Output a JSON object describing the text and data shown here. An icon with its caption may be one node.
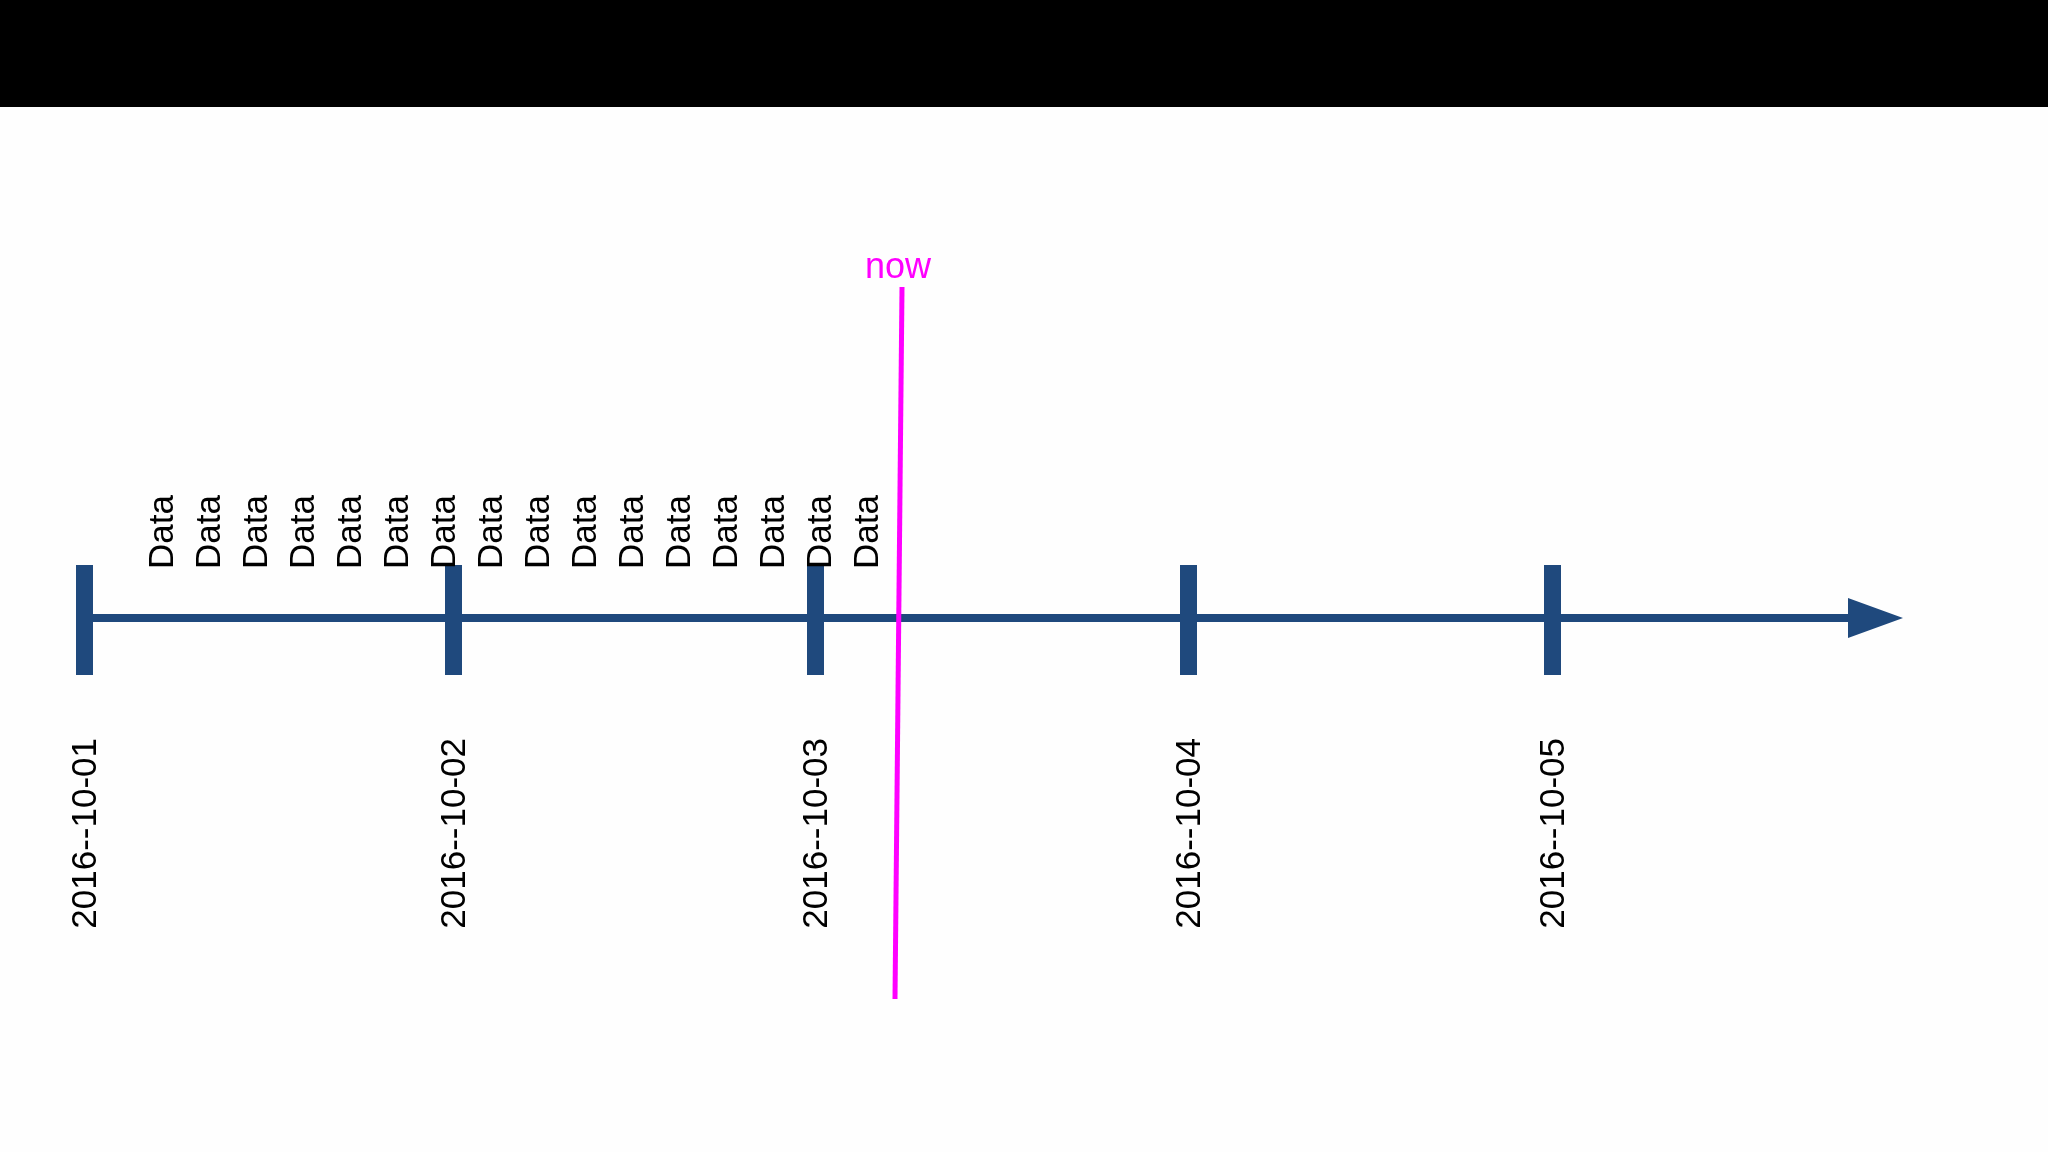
{
  "diagram": {
    "labels": [
      "now",
      "Data",
      "Data",
      "Data",
      "Data",
      "Data",
      "Data",
      "Data",
      "Data",
      "Data",
      "Data",
      "Data",
      "Data",
      "Data",
      "Data",
      "Data",
      "Data",
      "2016--10-01",
      "2016--10-02",
      "2016--10-03",
      "2016--10-04",
      "2016--10-05"
    ]
  }
}
